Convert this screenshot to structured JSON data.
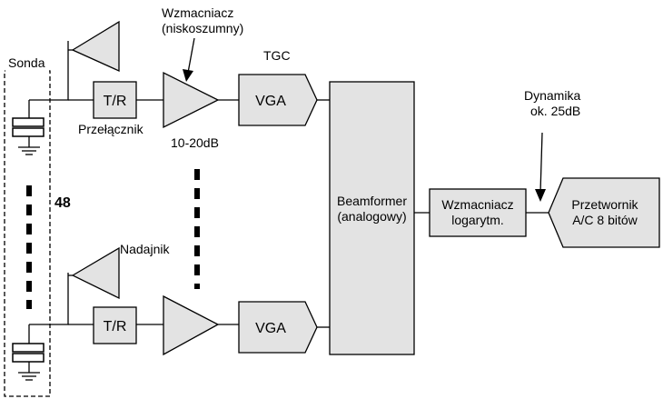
{
  "labels": {
    "amp_title_line1": "Wzmacniacz",
    "amp_title_line2": "(niskoszumny)",
    "tgc": "TGC",
    "sonda": "Sonda",
    "tr_top": "T/R",
    "tr_bottom": "T/R",
    "przelacznik": "Przełącznik",
    "gain": "10-20dB",
    "vga_top": "VGA",
    "vga_bottom": "VGA",
    "channels": "48",
    "nadajnik": "Nadajnik",
    "beamformer_line1": "Beamformer",
    "beamformer_line2": "(analogowy)",
    "log_amp_line1": "Wzmacniacz",
    "log_amp_line2": "logarytm.",
    "dynamics_line1": "Dynamika",
    "dynamics_line2": "ok. 25dB",
    "adc_line1": "Przetwornik",
    "adc_line2": "A/C 8 bitów"
  },
  "colors": {
    "block_fill": "#e3e3e3",
    "stroke": "#000000"
  }
}
